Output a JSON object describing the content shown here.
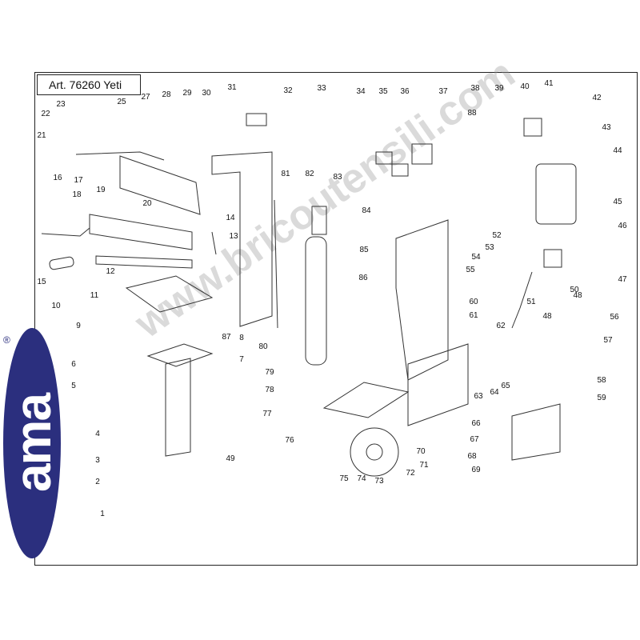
{
  "header": {
    "title": "Art. 76260 Yeti"
  },
  "brand": {
    "logo_text": "ama",
    "registered_mark": "®",
    "color": "#2b2f7e"
  },
  "watermark": {
    "text": "www.bricoutensili.com"
  },
  "callouts": [
    {
      "label": "1"
    },
    {
      "label": "2"
    },
    {
      "label": "3"
    },
    {
      "label": "4"
    },
    {
      "label": "5"
    },
    {
      "label": "6"
    },
    {
      "label": "7"
    },
    {
      "label": "8"
    },
    {
      "label": "9"
    },
    {
      "label": "10"
    },
    {
      "label": "11"
    },
    {
      "label": "12"
    },
    {
      "label": "13"
    },
    {
      "label": "14"
    },
    {
      "label": "15"
    },
    {
      "label": "16"
    },
    {
      "label": "17"
    },
    {
      "label": "18"
    },
    {
      "label": "19"
    },
    {
      "label": "20"
    },
    {
      "label": "21"
    },
    {
      "label": "22"
    },
    {
      "label": "23"
    },
    {
      "label": "25"
    },
    {
      "label": "27"
    },
    {
      "label": "28"
    },
    {
      "label": "29"
    },
    {
      "label": "30"
    },
    {
      "label": "31"
    },
    {
      "label": "32"
    },
    {
      "label": "33"
    },
    {
      "label": "34"
    },
    {
      "label": "35"
    },
    {
      "label": "36"
    },
    {
      "label": "37"
    },
    {
      "label": "38"
    },
    {
      "label": "39"
    },
    {
      "label": "40"
    },
    {
      "label": "41"
    },
    {
      "label": "42"
    },
    {
      "label": "43"
    },
    {
      "label": "44"
    },
    {
      "label": "45"
    },
    {
      "label": "46"
    },
    {
      "label": "47"
    },
    {
      "label": "48"
    },
    {
      "label": "48"
    },
    {
      "label": "49"
    },
    {
      "label": "50"
    },
    {
      "label": "51"
    },
    {
      "label": "52"
    },
    {
      "label": "53"
    },
    {
      "label": "54"
    },
    {
      "label": "55"
    },
    {
      "label": "56"
    },
    {
      "label": "57"
    },
    {
      "label": "58"
    },
    {
      "label": "59"
    },
    {
      "label": "60"
    },
    {
      "label": "61"
    },
    {
      "label": "62"
    },
    {
      "label": "63"
    },
    {
      "label": "64"
    },
    {
      "label": "65"
    },
    {
      "label": "66"
    },
    {
      "label": "67"
    },
    {
      "label": "68"
    },
    {
      "label": "69"
    },
    {
      "label": "70"
    },
    {
      "label": "71"
    },
    {
      "label": "72"
    },
    {
      "label": "73"
    },
    {
      "label": "74"
    },
    {
      "label": "75"
    },
    {
      "label": "76"
    },
    {
      "label": "77"
    },
    {
      "label": "78"
    },
    {
      "label": "79"
    },
    {
      "label": "80"
    },
    {
      "label": "81"
    },
    {
      "label": "82"
    },
    {
      "label": "83"
    },
    {
      "label": "84"
    },
    {
      "label": "85"
    },
    {
      "label": "86"
    },
    {
      "label": "87"
    },
    {
      "label": "88"
    }
  ]
}
